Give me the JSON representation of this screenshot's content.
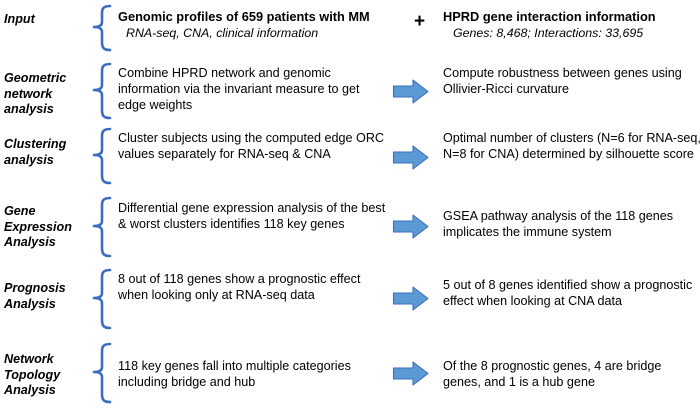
{
  "colors": {
    "brace": "#3C6DBF",
    "arrow_fill": "#5B9BD5",
    "arrow_stroke": "#3C6DBF",
    "text": "#000000",
    "background": "#FFFFFF"
  },
  "rows": [
    {
      "stage": "Input",
      "middle_title": "Genomic profiles of 659 patients with MM",
      "middle_sub": "RNA-seq, CNA, clinical information",
      "connector": "plus",
      "connector_label": "+",
      "right_title": "HPRD gene interaction information",
      "right_sub": "Genes: 8,468; Interactions: 33,695"
    },
    {
      "stage": "Geometric network analysis",
      "middle_title": "Combine HPRD network and genomic information via the invariant measure to get edge weights",
      "connector": "arrow",
      "right_title": "Compute robustness between genes using Ollivier-Ricci curvature"
    },
    {
      "stage": "Clustering analysis",
      "middle_title": "Cluster subjects using the computed edge ORC values separately for RNA-seq & CNA",
      "connector": "arrow",
      "right_title": "Optimal number of clusters (N=6 for RNA-seq, N=8 for CNA) determined by silhouette score"
    },
    {
      "stage": "Gene Expression Analysis",
      "middle_title": "Differential gene expression analysis of the best & worst clusters identifies 118 key genes",
      "connector": "arrow",
      "right_title": "GSEA pathway analysis of the 118 genes implicates the immune system"
    },
    {
      "stage": "Prognosis Analysis",
      "middle_title": "8 out of 118 genes show a prognostic effect when looking only at RNA-seq data",
      "connector": "arrow",
      "right_title": "5 out of 8 genes identified show a prognostic effect when looking at CNA data"
    },
    {
      "stage": "Network Topology Analysis",
      "middle_title": "118 key genes fall into multiple categories including bridge and hub",
      "connector": "arrow",
      "right_title": "Of the 8 prognostic genes, 4 are bridge genes, and 1 is a hub gene"
    }
  ]
}
